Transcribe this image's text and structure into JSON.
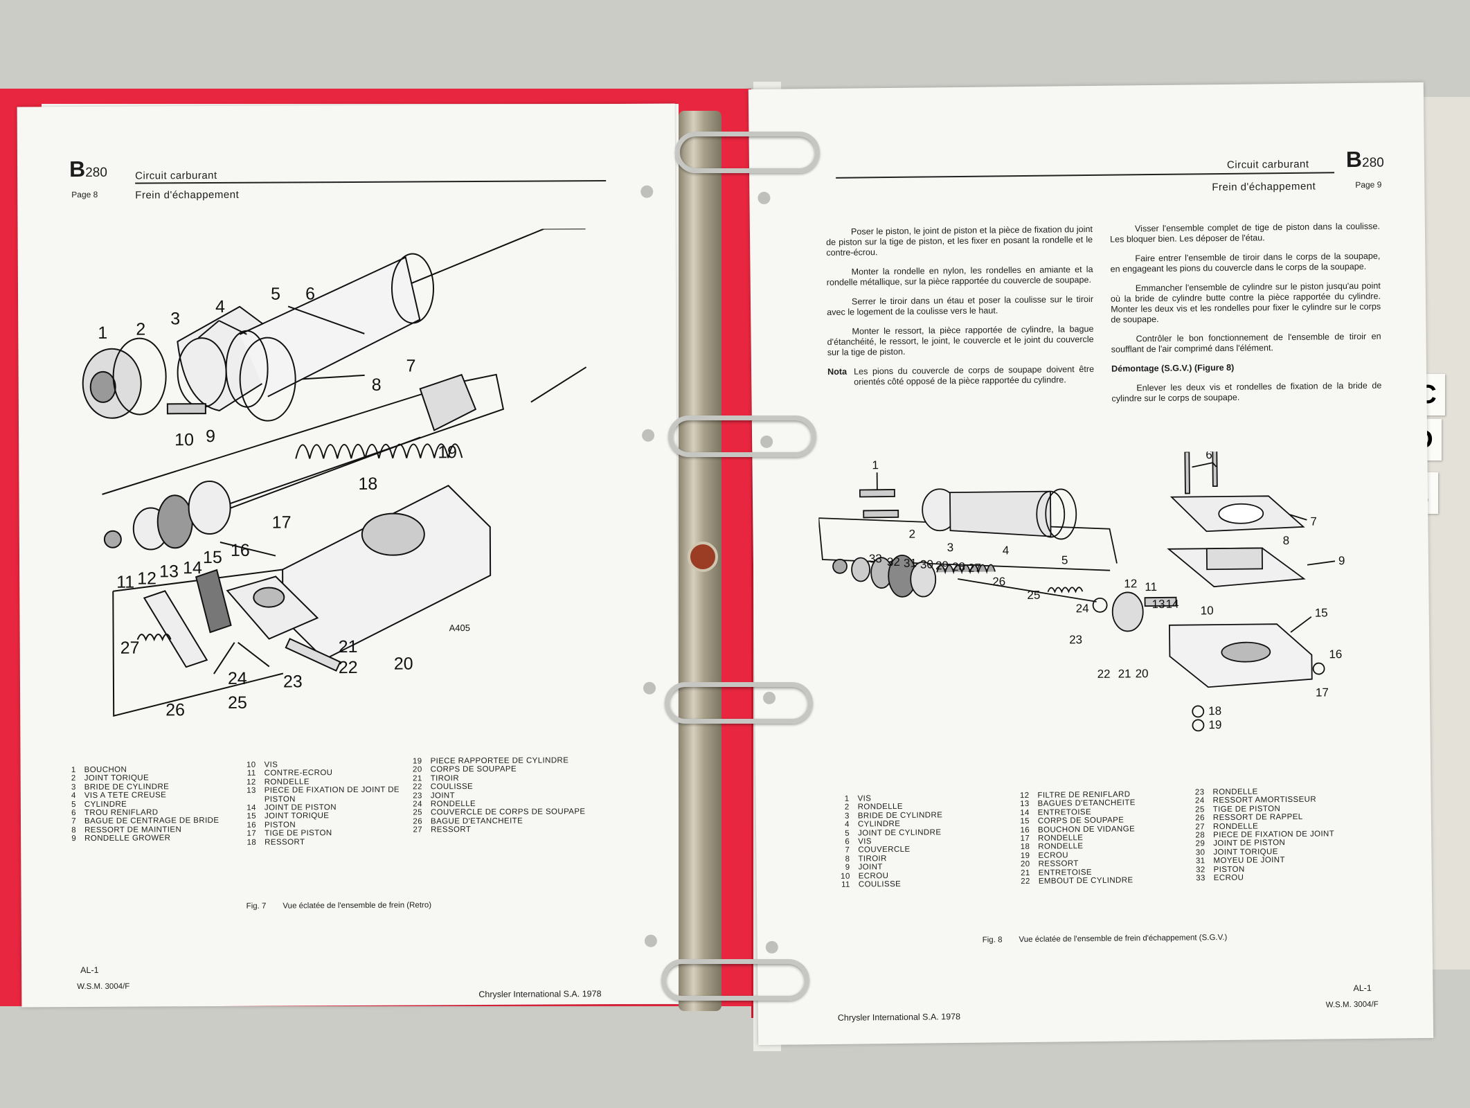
{
  "left_page": {
    "section_code": "B",
    "section_num": "280",
    "page": "Page 8",
    "title": "Circuit carburant",
    "subtitle": "Frein d'échappement",
    "figure_code": "A405",
    "callouts": [
      "1",
      "2",
      "3",
      "4",
      "5",
      "6",
      "7",
      "8",
      "9",
      "10",
      "11",
      "12",
      "13",
      "14",
      "15",
      "16",
      "17",
      "18",
      "19",
      "20",
      "21",
      "22",
      "23",
      "24",
      "25",
      "26",
      "27"
    ],
    "legend": [
      {
        "n": "1",
        "t": "BOUCHON"
      },
      {
        "n": "2",
        "t": "JOINT TORIQUE"
      },
      {
        "n": "3",
        "t": "BRIDE DE CYLINDRE"
      },
      {
        "n": "4",
        "t": "VIS A TETE CREUSE"
      },
      {
        "n": "5",
        "t": "CYLINDRE"
      },
      {
        "n": "6",
        "t": "TROU RENIFLARD"
      },
      {
        "n": "7",
        "t": "BAGUE DE CENTRAGE DE BRIDE"
      },
      {
        "n": "8",
        "t": "RESSORT DE MAINTIEN"
      },
      {
        "n": "9",
        "t": "RONDELLE GROWER"
      },
      {
        "n": "10",
        "t": "VIS"
      },
      {
        "n": "11",
        "t": "CONTRE-ECROU"
      },
      {
        "n": "12",
        "t": "RONDELLE"
      },
      {
        "n": "13",
        "t": "PIECE DE FIXATION DE JOINT DE\n PISTON"
      },
      {
        "n": "14",
        "t": "JOINT DE PISTON"
      },
      {
        "n": "15",
        "t": "JOINT TORIQUE"
      },
      {
        "n": "16",
        "t": "PISTON"
      },
      {
        "n": "17",
        "t": "TIGE DE PISTON"
      },
      {
        "n": "18",
        "t": "RESSORT"
      },
      {
        "n": "19",
        "t": "PIECE RAPPORTEE DE CYLINDRE"
      },
      {
        "n": "20",
        "t": "CORPS DE SOUPAPE"
      },
      {
        "n": "21",
        "t": "TIROIR"
      },
      {
        "n": "22",
        "t": "COULISSE"
      },
      {
        "n": "23",
        "t": "JOINT"
      },
      {
        "n": "24",
        "t": "RONDELLE"
      },
      {
        "n": "25",
        "t": "COUVERCLE DE CORPS DE SOUPAPE"
      },
      {
        "n": "26",
        "t": "BAGUE D'ETANCHEITE"
      },
      {
        "n": "27",
        "t": "RESSORT"
      }
    ],
    "fig_label": "Fig. 7",
    "fig_caption": "Vue éclatée de l'ensemble de frein (Retro)",
    "footer_code": "AL-1",
    "footer_wsm": "W.S.M. 3004/F",
    "footer_copyright": "Chrysler International S.A. 1978"
  },
  "right_page": {
    "section_code": "B",
    "section_num": "280",
    "page": "Page 9",
    "title": "Circuit carburant",
    "subtitle": "Frein d'échappement",
    "col1": [
      "Poser le piston, le joint de piston et la pièce de fixation du joint de piston sur la tige de piston, et les fixer en posant la rondelle et le contre-écrou.",
      "Monter la rondelle en nylon, les rondelles en amiante et la rondelle métallique, sur la pièce rapportée du couvercle de soupape.",
      "Serrer le tiroir dans un étau et poser la coulisse sur le tiroir avec le logement de la coulisse vers le haut.",
      "Monter le ressort, la pièce rapportée de cylindre, la bague d'étanchéité, le ressort, le joint, le couvercle et le joint du couvercle sur la tige de piston."
    ],
    "nota_label": "Nota",
    "nota_text": "Les pions du couvercle de corps de soupape doivent être orientés côté opposé de la pièce rapportée du cylindre.",
    "col2": [
      "Visser l'ensemble complet de tige de piston dans la coulisse. Les bloquer bien. Les déposer de l'étau.",
      "Faire entrer l'ensemble de tiroir dans le corps de la soupape, en engageant les pions du couvercle dans le corps de la soupape.",
      "Emmancher l'ensemble de cylindre sur le piston jusqu'au point où la bride de cylindre butte contre la pièce rapportée du cylindre. Monter les deux vis et les rondelles pour fixer le cylindre sur le corps de soupape.",
      "Contrôler le bon fonctionnement de l'ensemble de tiroir en soufflant de l'air comprimé dans l'élément."
    ],
    "sub_heading": "Démontage (S.G.V.) (Figure 8)",
    "col2_last": "Enlever les deux vis et rondelles de fixation de la bride de cylindre sur le corps de soupape.",
    "callouts": [
      "1",
      "2",
      "3",
      "4",
      "5",
      "6",
      "7",
      "8",
      "9",
      "10",
      "11",
      "12",
      "13",
      "14",
      "15",
      "16",
      "17",
      "18",
      "19",
      "20",
      "21",
      "22",
      "23",
      "24",
      "25",
      "26",
      "27",
      "28",
      "29",
      "30",
      "31",
      "32",
      "33"
    ],
    "legend": [
      {
        "n": "1",
        "t": "VIS"
      },
      {
        "n": "2",
        "t": "RONDELLE"
      },
      {
        "n": "3",
        "t": "BRIDE DE CYLINDRE"
      },
      {
        "n": "4",
        "t": "CYLINDRE"
      },
      {
        "n": "5",
        "t": "JOINT DE CYLINDRE"
      },
      {
        "n": "6",
        "t": "VIS"
      },
      {
        "n": "7",
        "t": "COUVERCLE"
      },
      {
        "n": "8",
        "t": "TIROIR"
      },
      {
        "n": "9",
        "t": "JOINT"
      },
      {
        "n": "10",
        "t": "ECROU"
      },
      {
        "n": "11",
        "t": "COULISSE"
      },
      {
        "n": "12",
        "t": "FILTRE DE RENIFLARD"
      },
      {
        "n": "13",
        "t": "BAGUES D'ETANCHEITE"
      },
      {
        "n": "14",
        "t": "ENTRETOISE"
      },
      {
        "n": "15",
        "t": "CORPS DE SOUPAPE"
      },
      {
        "n": "16",
        "t": "BOUCHON DE VIDANGE"
      },
      {
        "n": "17",
        "t": "RONDELLE"
      },
      {
        "n": "18",
        "t": "RONDELLE"
      },
      {
        "n": "19",
        "t": "ECROU"
      },
      {
        "n": "20",
        "t": "RESSORT"
      },
      {
        "n": "21",
        "t": "ENTRETOISE"
      },
      {
        "n": "22",
        "t": "EMBOUT DE CYLINDRE"
      },
      {
        "n": "23",
        "t": "RONDELLE"
      },
      {
        "n": "24",
        "t": "RESSORT AMORTISSEUR"
      },
      {
        "n": "25",
        "t": "TIGE DE PISTON"
      },
      {
        "n": "26",
        "t": "RESSORT DE RAPPEL"
      },
      {
        "n": "27",
        "t": "RONDELLE"
      },
      {
        "n": "28",
        "t": "PIECE DE FIXATION DE JOINT"
      },
      {
        "n": "29",
        "t": "JOINT DE PISTON"
      },
      {
        "n": "30",
        "t": "JOINT TORIQUE"
      },
      {
        "n": "31",
        "t": "MOYEU DE JOINT"
      },
      {
        "n": "32",
        "t": "PISTON"
      },
      {
        "n": "33",
        "t": "ECROU"
      }
    ],
    "fig_label": "Fig. 8",
    "fig_caption": "Vue éclatée de l'ensemble de frein d'échappement (S.G.V.)",
    "footer_code": "AL-1",
    "footer_wsm": "W.S.M. 3004/F",
    "footer_copyright": "Chrysler International S.A. 1978"
  },
  "tabs": [
    "C",
    "D",
    "E"
  ],
  "colors": {
    "binder": "#e8263f",
    "paper": "#f7f7f3",
    "ink": "#1c1c1c"
  }
}
